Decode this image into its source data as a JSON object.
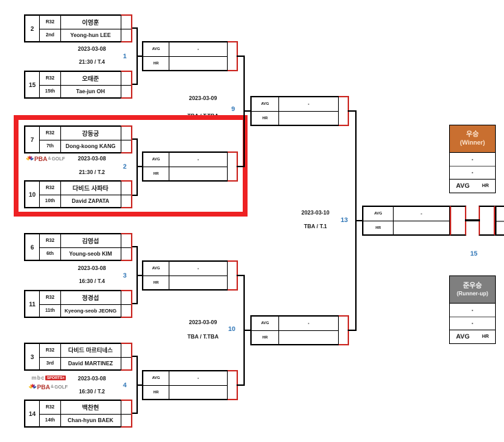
{
  "stat_labels": {
    "avg": "AVG",
    "hr": "HR",
    "empty": "-"
  },
  "round1": [
    {
      "number": "1",
      "date": "2023-03-08",
      "time": "21:30 / T.4",
      "top": {
        "seed": "2",
        "round": "R32",
        "rank": "2nd",
        "name_kr": "이영훈",
        "name_en": "Yeong-hun LEE"
      },
      "bottom": {
        "seed": "15",
        "round": "R32",
        "rank": "15th",
        "name_kr": "오태준",
        "name_en": "Tae-jun OH"
      }
    },
    {
      "number": "2",
      "date": "2023-03-08",
      "time": "21:30 / T.2",
      "top": {
        "seed": "7",
        "round": "R32",
        "rank": "7th",
        "name_kr": "강동궁",
        "name_en": "Dong-koong KANG"
      },
      "bottom": {
        "seed": "10",
        "round": "R32",
        "rank": "10th",
        "name_kr": "다비드 사파타",
        "name_en": "David ZAPATA"
      }
    },
    {
      "number": "3",
      "date": "2023-03-08",
      "time": "16:30 / T.4",
      "top": {
        "seed": "6",
        "round": "R32",
        "rank": "6th",
        "name_kr": "김영섭",
        "name_en": "Young-seob KIM"
      },
      "bottom": {
        "seed": "11",
        "round": "R32",
        "rank": "11th",
        "name_kr": "정경섭",
        "name_en": "Kyeong-seob JEONG"
      }
    },
    {
      "number": "4",
      "date": "2023-03-08",
      "time": "16:30 / T.2",
      "top": {
        "seed": "3",
        "round": "R32",
        "rank": "3rd",
        "name_kr": "다비드 마르티네스",
        "name_en": "David MARTINEZ"
      },
      "bottom": {
        "seed": "14",
        "round": "R32",
        "rank": "14th",
        "name_kr": "백찬현",
        "name_en": "Chan-hyun BAEK"
      }
    }
  ],
  "round2": [
    {
      "number": "9",
      "date": "2023-03-09",
      "time": "TBA / T.TBA"
    },
    {
      "number": "10",
      "date": "2023-03-09",
      "time": "TBA / T.TBA"
    }
  ],
  "round3": {
    "number": "13",
    "date": "2023-03-10",
    "time": "TBA / T.1"
  },
  "final": {
    "number": "15"
  },
  "winner": {
    "title_kr": "우승",
    "title_en": "(Winner)",
    "value1": "-",
    "value2": "-",
    "avg": "AVG",
    "hr": "HR"
  },
  "runner_up": {
    "title_kr": "준우승",
    "title_en": "(Runner-up)",
    "value1": "-",
    "value2": "-",
    "avg": "AVG",
    "hr": "HR"
  },
  "logos": {
    "pba": "PBA",
    "amp": "&",
    "golf": "GOLF",
    "mbc": "mbc",
    "mbc_sports": "SPORTS+"
  },
  "colors": {
    "highlight": "#EE2123",
    "accent_red": "#CC2B26",
    "number_blue": "#2E75B6",
    "winner_orange": "#C96F30",
    "runner_gray": "#7F7F7F"
  }
}
